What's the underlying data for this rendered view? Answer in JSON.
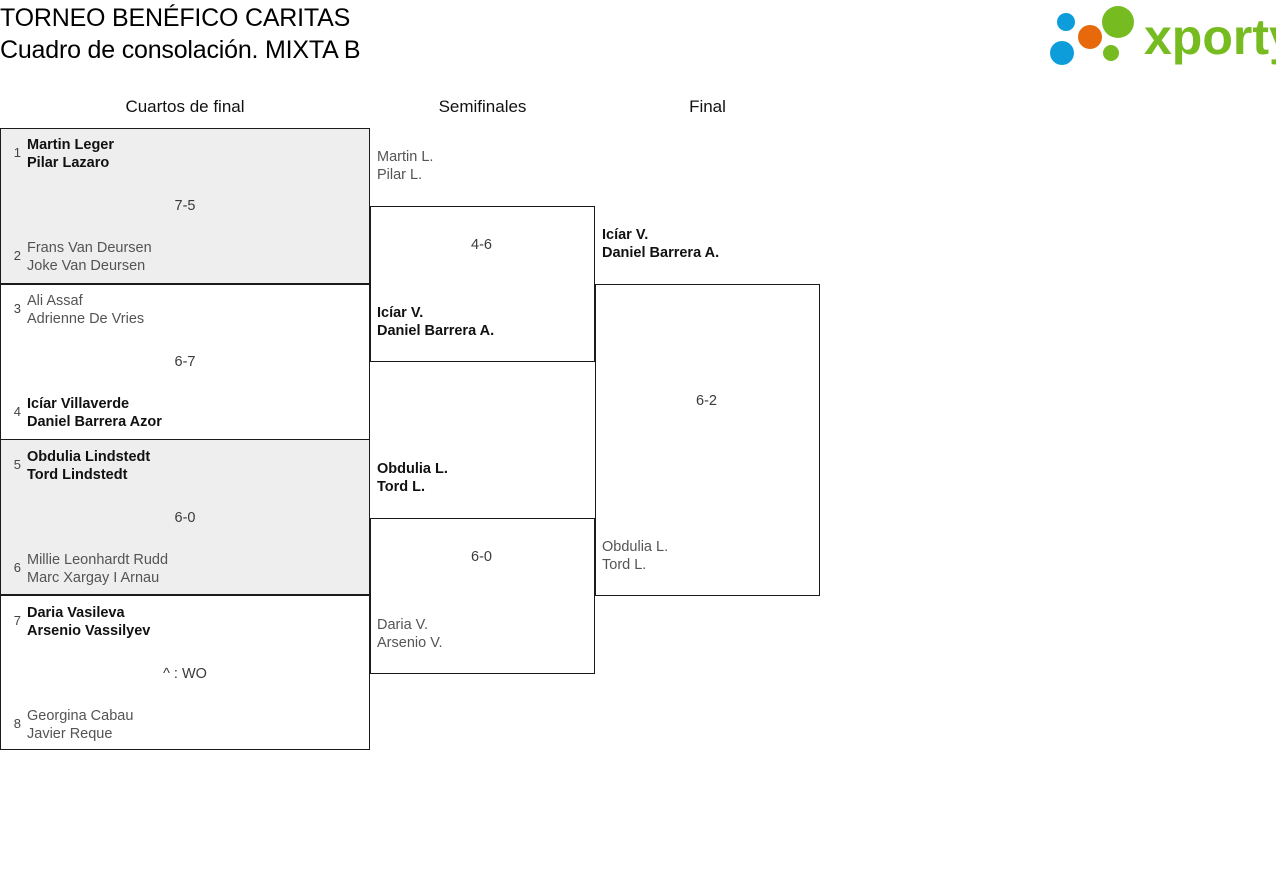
{
  "header": {
    "tournament_title": "TORNEO BENÉFICO CARITAS",
    "bracket_subtitle": "Cuadro de consolación. MIXTA B",
    "logo_text": "xporty",
    "logo_colors": {
      "green": "#76bc21",
      "blue": "#0d9ddb",
      "orange": "#e8690b"
    }
  },
  "columns": {
    "quarterfinals": "Cuartos de final",
    "semifinals": "Semifinales",
    "final": "Final"
  },
  "rounds": {
    "quarterfinals": [
      {
        "score": "7-5",
        "shaded": true,
        "top": {
          "seed": "1",
          "line1": "Martin Leger",
          "line2": "Pilar Lazaro",
          "winner": true
        },
        "bottom": {
          "seed": "2",
          "line1": "Frans Van Deursen",
          "line2": "Joke Van Deursen",
          "winner": false
        }
      },
      {
        "score": "6-7",
        "shaded": false,
        "top": {
          "seed": "3",
          "line1": "Ali Assaf",
          "line2": "Adrienne De Vries",
          "winner": false
        },
        "bottom": {
          "seed": "4",
          "line1": "Icíar Villaverde",
          "line2": "Daniel Barrera Azor",
          "winner": true
        }
      },
      {
        "score": "6-0",
        "shaded": true,
        "top": {
          "seed": "5",
          "line1": "Obdulia Lindstedt",
          "line2": "Tord Lindstedt",
          "winner": true
        },
        "bottom": {
          "seed": "6",
          "line1": "Millie Leonhardt Rudd",
          "line2": "Marc Xargay I Arnau",
          "winner": false
        }
      },
      {
        "score": "^ : WO",
        "shaded": false,
        "top": {
          "seed": "7",
          "line1": "Daria Vasileva",
          "line2": "Arsenio Vassilyev",
          "winner": true
        },
        "bottom": {
          "seed": "8",
          "line1": "Georgina Cabau",
          "line2": "Javier Reque",
          "winner": false
        }
      }
    ],
    "semifinals": [
      {
        "score": "4-6",
        "top": {
          "line1": "Martin L.",
          "line2": "Pilar L.",
          "winner": false
        },
        "bottom": {
          "line1": "Icíar V.",
          "line2": "Daniel Barrera A.",
          "winner": true
        }
      },
      {
        "score": "6-0",
        "top": {
          "line1": "Obdulia L.",
          "line2": "Tord L.",
          "winner": true
        },
        "bottom": {
          "line1": "Daria V.",
          "line2": "Arsenio V.",
          "winner": false
        }
      }
    ],
    "final": [
      {
        "score": "6-2",
        "top": {
          "line1": "Icíar V.",
          "line2": "Daniel Barrera A.",
          "winner": true
        },
        "bottom": {
          "line1": "Obdulia L.",
          "line2": "Tord L.",
          "winner": false
        }
      }
    ]
  }
}
